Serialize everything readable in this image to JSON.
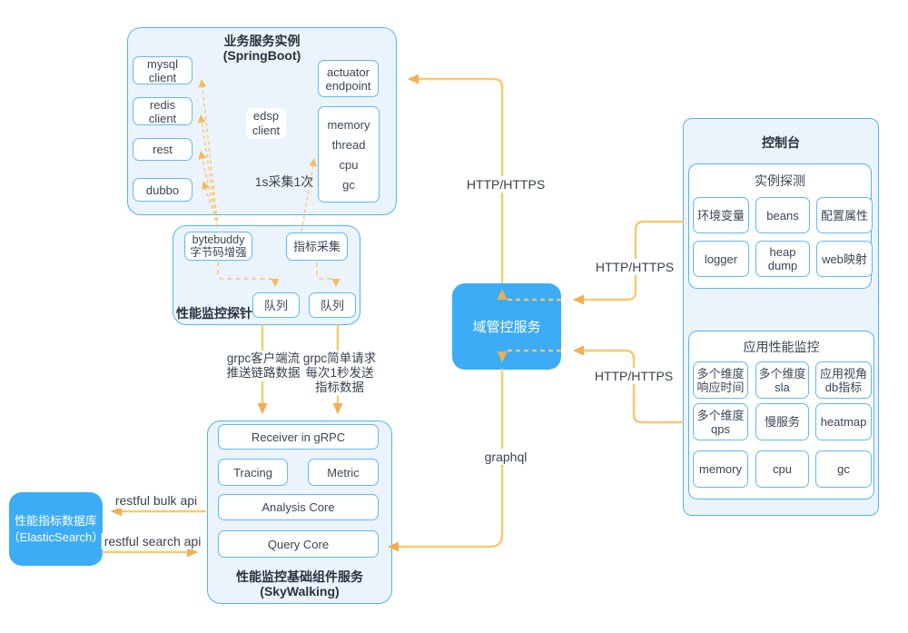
{
  "colors": {
    "accent_blue": "#3dacf6",
    "panel_border": "#55b2f3",
    "panel_fill": "#ebf4fd",
    "arrow_yellow": "#f8c96e",
    "arrowhead_orange": "#f1af52",
    "text_dark": "#3a4656"
  },
  "springboot": {
    "title": "业务服务实例",
    "subtitle": "(SpringBoot)",
    "mysql": "mysql\nclient",
    "redis": "redis\nclient",
    "rest": "rest",
    "dubbo": "dubbo",
    "edsp": "edsp\nclient",
    "actuator": "actuator\nendpoint",
    "metrics": [
      "memory",
      "thread",
      "cpu",
      "gc"
    ],
    "sample_note": "1s采集1次"
  },
  "probe": {
    "title": "性能监控探针",
    "bytebuddy": "bytebuddy\n字节码增强",
    "collector": "指标采集",
    "queue_left": "队列",
    "queue_right": "队列"
  },
  "domain_service": {
    "label": "域管控服务"
  },
  "console": {
    "title": "控制台",
    "probe_group": {
      "title": "实例探测",
      "cells": [
        "环境变量",
        "beans",
        "配置属性",
        "logger",
        "heap\ndump",
        "web映射"
      ]
    },
    "apm_group": {
      "title": "应用性能监控",
      "cells": [
        "多个维度\n响应时间",
        "多个维度\nsla",
        "应用视角\ndb指标",
        "多个维度\nqps",
        "慢服务",
        "heatmap",
        "memory",
        "cpu",
        "gc"
      ]
    }
  },
  "skywalking": {
    "title": "性能监控基础组件服务",
    "subtitle": "(SkyWalking)",
    "receiver": "Receiver in gRPC",
    "tracing": "Tracing",
    "metric": "Metric",
    "analysis": "Analysis Core",
    "query": "Query Core"
  },
  "elasticsearch": {
    "title": "性能指标数据库",
    "subtitle": "（ElasticSearch）"
  },
  "edges": {
    "http_actuator": "HTTP/HTTPS",
    "http_console_top": "HTTP/HTTPS",
    "http_console_bottom": "HTTP/HTTPS",
    "graphql": "graphql",
    "grpc_stream": "grpc客户端流\n推送链路数据",
    "grpc_request": "grpc简单请求\n每次1秒发送\n指标数据",
    "bulk_api": "restful bulk api",
    "search_api": "restful search api"
  }
}
